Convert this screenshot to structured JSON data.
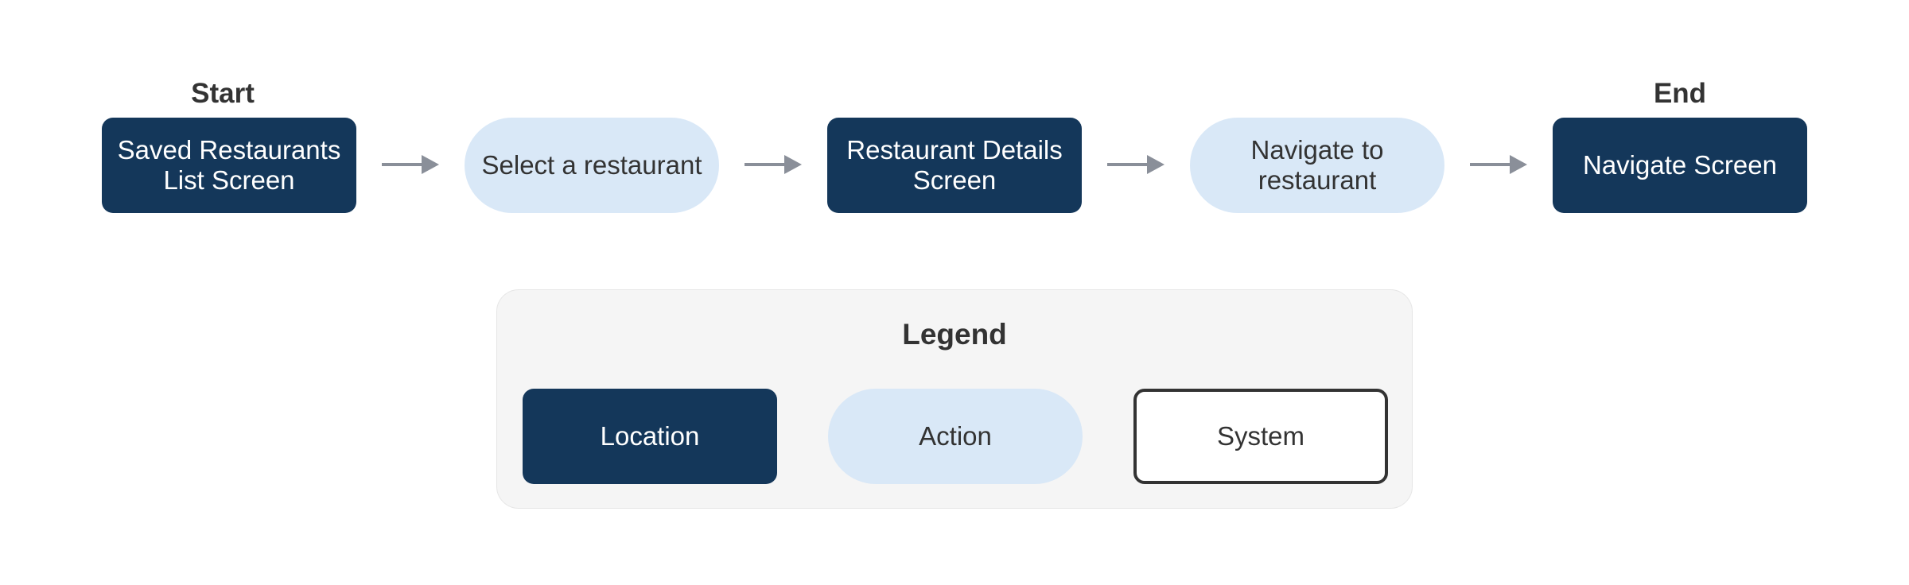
{
  "flow": {
    "start_label": "Start",
    "end_label": "End",
    "nodes": [
      {
        "text": "Saved Restaurants List Screen",
        "kind": "location"
      },
      {
        "text": "Select a restaurant",
        "kind": "action"
      },
      {
        "text": "Restaurant Details Screen",
        "kind": "location"
      },
      {
        "text": "Navigate to restaurant",
        "kind": "action"
      },
      {
        "text": "Navigate Screen",
        "kind": "location"
      }
    ]
  },
  "legend": {
    "title": "Legend",
    "items": [
      {
        "text": "Location",
        "kind": "location"
      },
      {
        "text": "Action",
        "kind": "action"
      },
      {
        "text": "System",
        "kind": "system"
      }
    ]
  },
  "colors": {
    "location_fill": "#14375a",
    "action_fill": "#d9e8f7",
    "system_border": "#333333",
    "arrow": "#8a8f99",
    "legend_bg": "#f5f5f5"
  }
}
